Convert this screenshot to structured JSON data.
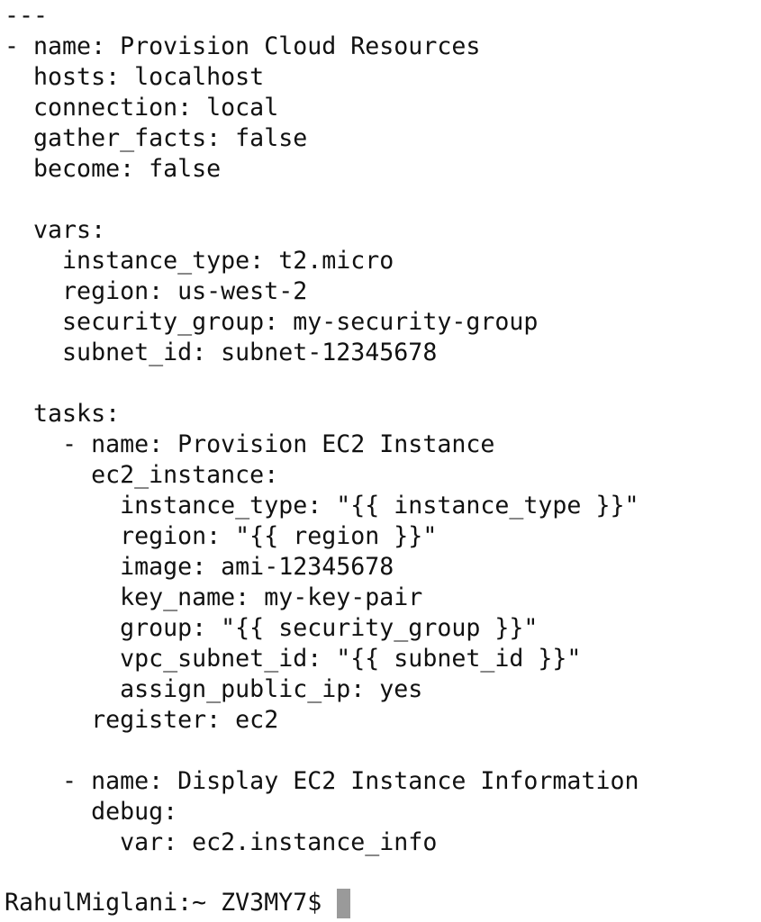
{
  "terminal": {
    "lines": [
      "---",
      "- name: Provision Cloud Resources",
      "  hosts: localhost",
      "  connection: local",
      "  gather_facts: false",
      "  become: false",
      "",
      "  vars:",
      "    instance_type: t2.micro",
      "    region: us-west-2",
      "    security_group: my-security-group",
      "    subnet_id: subnet-12345678",
      "",
      "  tasks:",
      "    - name: Provision EC2 Instance",
      "      ec2_instance:",
      "        instance_type: \"{{ instance_type }}\"",
      "        region: \"{{ region }}\"",
      "        image: ami-12345678",
      "        key_name: my-key-pair",
      "        group: \"{{ security_group }}\"",
      "        vpc_subnet_id: \"{{ subnet_id }}\"",
      "        assign_public_ip: yes",
      "      register: ec2",
      "",
      "    - name: Display EC2 Instance Information",
      "      debug:",
      "        var: ec2.instance_info"
    ],
    "prompt": "RahulMiglani:~ ZV3MY7$ "
  }
}
